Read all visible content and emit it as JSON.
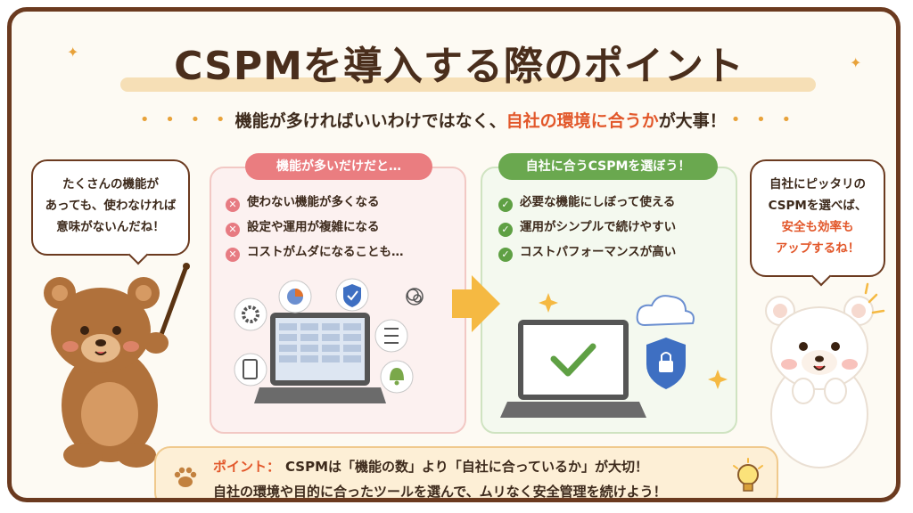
{
  "title": "CSPMを導入する際のポイント",
  "subtitle": {
    "before": "機能が多ければいいわけではなく、",
    "accent": "自社の環境に合うか",
    "after": "が大事！"
  },
  "left_bubble": {
    "line1": "たくさんの機能が",
    "line2": "あっても、使わなければ",
    "line3": "意味がないんだね！"
  },
  "right_bubble": {
    "line1": "自社にピッタリの",
    "line2": "CSPMを選べば、",
    "line3": "安全も効率も",
    "line4": "アップするね！"
  },
  "left_panel": {
    "pill": "機能が多いだけだと…",
    "items": [
      "使わない機能が多くなる",
      "設定や運用が複雑になる",
      "コストがムダになることも…"
    ]
  },
  "right_panel": {
    "pill": "自社に合うCSPMを選ぼう！",
    "items": [
      "必要な機能にしぼって使える",
      "運用がシンプルで続けやすい",
      "コストパフォーマンスが高い"
    ]
  },
  "bottom": {
    "label": "ポイント：",
    "line1": "CSPMは「機能の数」より「自社に合っているか」が大切！",
    "line2": "自社の環境や目的に合ったツールを選んで、ムリなく安全管理を続けよう！"
  },
  "colors": {
    "border": "#6b3a1f",
    "accent": "#e2572a",
    "pink": "#ea7d80",
    "green": "#6aa84f",
    "orange": "#f5b942"
  },
  "icons": [
    "paw-icon",
    "lightbulb-icon",
    "gear-icon",
    "pie-chart-icon",
    "shield-check-icon",
    "checklist-icon",
    "document-icon",
    "bell-icon",
    "tangle-icon",
    "cloud-icon",
    "lock-shield-icon",
    "sparkle-icon",
    "arrow-right-icon",
    "check-icon"
  ]
}
